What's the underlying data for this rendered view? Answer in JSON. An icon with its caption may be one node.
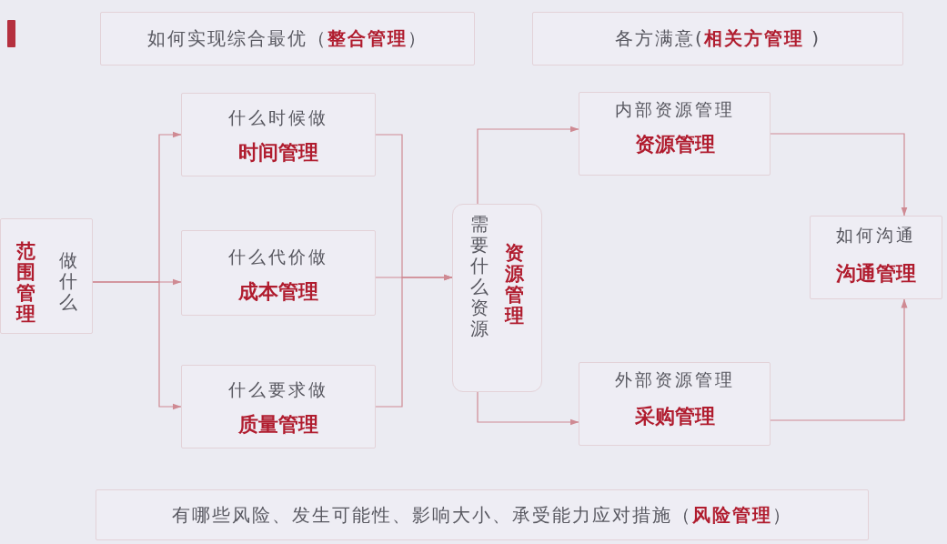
{
  "diagram": {
    "nodes": [
      {
        "text": [
          "如何实现综合最优（**整合管理**）"
        ]
      },
      {
        "text": [
          "各方满意(**相关方管理** )"
        ]
      },
      {
        "text": [
          "范围管理",
          "做什么"
        ]
      },
      {
        "text": [
          "什么时候做",
          "时间管理"
        ]
      },
      {
        "text": [
          "什么代价做",
          "成本管理"
        ]
      },
      {
        "text": [
          "什么要求做",
          "质量管理"
        ]
      },
      {
        "text": [
          "需要什么资源",
          "资源管理"
        ]
      },
      {
        "text": [
          "内部资源管理",
          "资源管理"
        ]
      },
      {
        "text": [
          "外部资源管理",
          "采购管理"
        ]
      },
      {
        "text": [
          "如何沟通",
          "沟通管理"
        ]
      },
      {
        "text": [
          "有哪些风险、发生可能性、影响大小、承受能力应对措施（**风险管理**）"
        ]
      }
    ],
    "edges": [
      {
        "from": 2,
        "to": 3,
        "arrow": "to"
      },
      {
        "from": 2,
        "to": 4,
        "arrow": "to"
      },
      {
        "from": 2,
        "to": 5,
        "arrow": "to"
      },
      {
        "from": 3,
        "to": 6,
        "arrow": "to"
      },
      {
        "from": 4,
        "to": 6,
        "arrow": "to"
      },
      {
        "from": 5,
        "to": 6,
        "arrow": "to"
      },
      {
        "from": 6,
        "to": 7,
        "arrow": "to"
      },
      {
        "from": 6,
        "to": 8,
        "arrow": "to"
      },
      {
        "from": 7,
        "to": 9,
        "arrow": "to"
      },
      {
        "from": 8,
        "to": 9,
        "arrow": "to"
      }
    ]
  }
}
